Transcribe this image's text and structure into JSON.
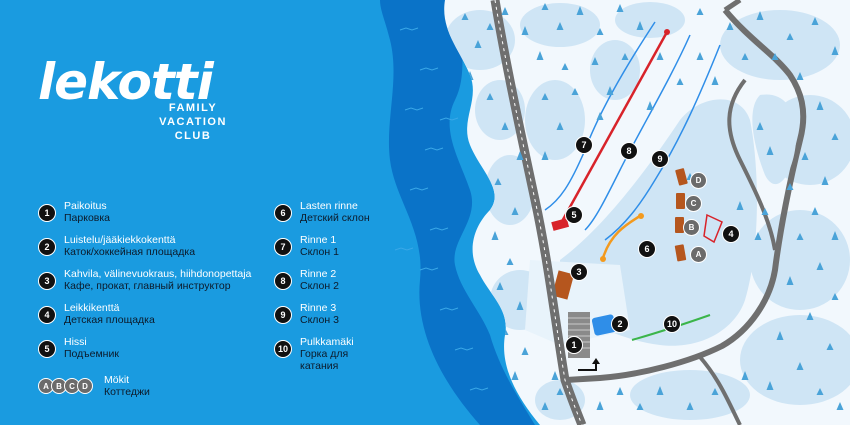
{
  "brand": {
    "name": "lekotti",
    "tagline": [
      "FAMILY",
      "VACATION",
      "CLUB"
    ]
  },
  "legend": [
    {
      "number": "1",
      "fi": "Paikoitus",
      "ru": "Парковка"
    },
    {
      "number": "2",
      "fi": "Luistelu/jääkiekkokenttä",
      "ru": "Каток/хоккейная площадка"
    },
    {
      "number": "3",
      "fi": "Kahvila, välinevuokraus, hiihdonopettaja",
      "ru": "Кафе, прокат, главный инструктор"
    },
    {
      "number": "4",
      "fi": "Leikkikenttä",
      "ru": "Детская площадка"
    },
    {
      "number": "5",
      "fi": "Hissi",
      "ru": "Подъемник"
    },
    {
      "number": "6",
      "fi": "Lasten rinne",
      "ru": "Детский склон"
    },
    {
      "number": "7",
      "fi": "Rinne 1",
      "ru": "Склон 1"
    },
    {
      "number": "8",
      "fi": "Rinne 2",
      "ru": "Склон 2"
    },
    {
      "number": "9",
      "fi": "Rinne 3",
      "ru": "Склон 3"
    },
    {
      "number": "10",
      "fi": "Pulkkamäki",
      "ru": "Горка для катания"
    }
  ],
  "cabins": {
    "letters": [
      "A",
      "B",
      "C",
      "D"
    ],
    "fi": "Mökit",
    "ru": "Коттеджи"
  },
  "map": {
    "markers": [
      "1",
      "2",
      "3",
      "4",
      "5",
      "6",
      "7",
      "8",
      "9",
      "10"
    ],
    "cabin_markers": [
      "A",
      "B",
      "C",
      "D"
    ]
  },
  "colors": {
    "water": "#1a9be0",
    "lake_dark": "#0a73c8",
    "snow": "#f2f8fd",
    "tree": "#4aa3d8",
    "road": "#6f6f6f",
    "lift": "#d8232a",
    "cabin": "#b5561e",
    "rink": "#2f8ee8",
    "sled": "#3bb54a",
    "kids_lift": "#f39a1e"
  },
  "icons": [
    "marker-icon",
    "tree-icon",
    "cabin-icon",
    "lift-icon",
    "parking-icon",
    "arrow-icon"
  ]
}
